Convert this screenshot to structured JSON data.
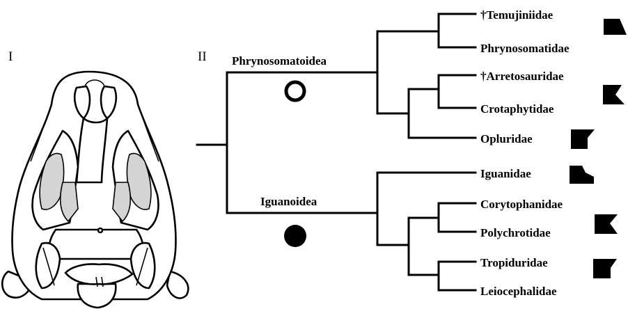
{
  "panels": {
    "left": "I",
    "right": "II"
  },
  "clades": {
    "phrynosomatoidea": {
      "label": "Phrynosomatoidea",
      "marker": "open-circle"
    },
    "iguanoidea": {
      "label": "Iguanoidea",
      "marker": "filled-circle"
    }
  },
  "taxa": [
    "†Temujiniidae",
    "Phrynosomatidae",
    "†Arretosauridae",
    "Crotaphytidae",
    "Opluridae",
    "Iguanidae",
    "Corytophanidae",
    "Polychrotidae",
    "Tropiduridae",
    "Leiocephalidae"
  ],
  "colors": {
    "line": "#000000",
    "shading": "#d4d4d4",
    "background": "#ffffff"
  }
}
